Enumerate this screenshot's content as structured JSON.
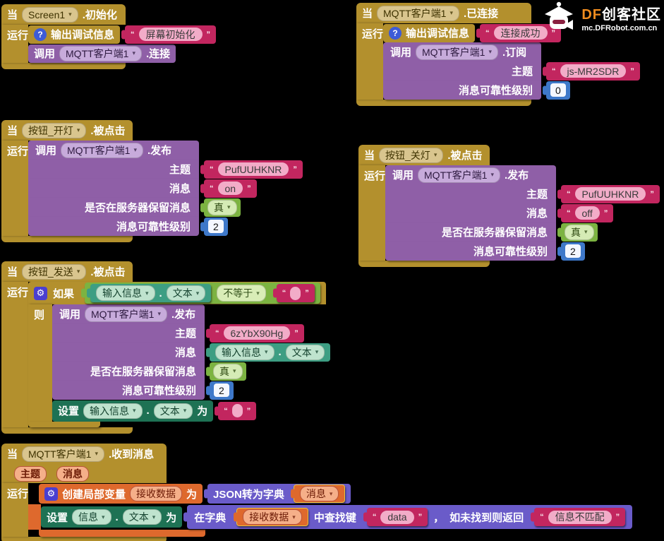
{
  "watermark": {
    "df": "DF",
    "community": "创客社区",
    "site": "mc.DFRobot.com.cn"
  },
  "icons": {
    "dropdown": "▾",
    "gear": "⚙",
    "question": "?"
  },
  "punct": {
    "oq": "“",
    "cq": "”",
    "dot": ".",
    "comma": "，"
  },
  "colors": {
    "event_gold": "#B3902D",
    "string_crimson": "#C2265F",
    "method_purple": "#8F5FA7",
    "math_blue": "#3E78C9",
    "logic_green": "#7CB341",
    "getter_teal": "#3D9E83",
    "setter_dark_green": "#1E7254",
    "variable_orange": "#DE692D",
    "dictionary_indigo": "#6A5BC9",
    "brand_orange": "#F08C1E"
  },
  "labels": {
    "when": "当",
    "run": "运行",
    "then": "则",
    "call": "调用",
    "set": "设置",
    "to": "为",
    "if": "如果",
    "debug": "输出调试信息",
    "topic": "主题",
    "message": "消息",
    "retain": "是否在服务器保留消息",
    "qos": "消息可靠性级别",
    "init_local": "创建局部变量",
    "json_to_dict": "JSON转为字典",
    "in_dict": "在字典",
    "lookup_key": "中查找键",
    "if_not_found": "如未找到则返回"
  },
  "groups": {
    "screen_init": {
      "source": "Screen1",
      "event": ".初始化",
      "debug_text": "屏幕初始化",
      "component": "MQTT客户端1",
      "method": ".连接"
    },
    "mqtt_connected": {
      "source": "MQTT客户端1",
      "event": ".已连接",
      "debug_text": "连接成功",
      "component": "MQTT客户端1",
      "method": ".订阅",
      "topic": "js-MR2SDR",
      "qos": "0"
    },
    "btn_on": {
      "source": "按钮_开灯",
      "event": ".被点击",
      "component": "MQTT客户端1",
      "method": ".发布",
      "topic": "PufUUHKNR",
      "message": "on",
      "retain": "真",
      "qos": "2"
    },
    "btn_off": {
      "source": "按钮_关灯",
      "event": ".被点击",
      "component": "MQTT客户端1",
      "method": ".发布",
      "topic": "PufUUHKNR",
      "message": "off",
      "retain": "真",
      "qos": "2"
    },
    "btn_send": {
      "source": "按钮_发送",
      "event": ".被点击",
      "cond_component": "输入信息",
      "cond_prop": "文本",
      "operator": "不等于",
      "empty": "",
      "component": "MQTT客户端1",
      "method": ".发布",
      "topic": "6zYbX90Hg",
      "msg_component": "输入信息",
      "msg_prop": "文本",
      "retain": "真",
      "qos": "2",
      "set_component": "输入信息",
      "set_prop": "文本",
      "set_value": ""
    },
    "mqtt_received": {
      "source": "MQTT客户端1",
      "event": ".收到消息",
      "param_topic": "主题",
      "param_message": "消息",
      "local_var": "接收数据",
      "json_source": "消息",
      "set_component": "信息",
      "set_prop": "文本",
      "dict_var": "接收数据",
      "key": "data",
      "fallback": "信息不匹配"
    }
  }
}
